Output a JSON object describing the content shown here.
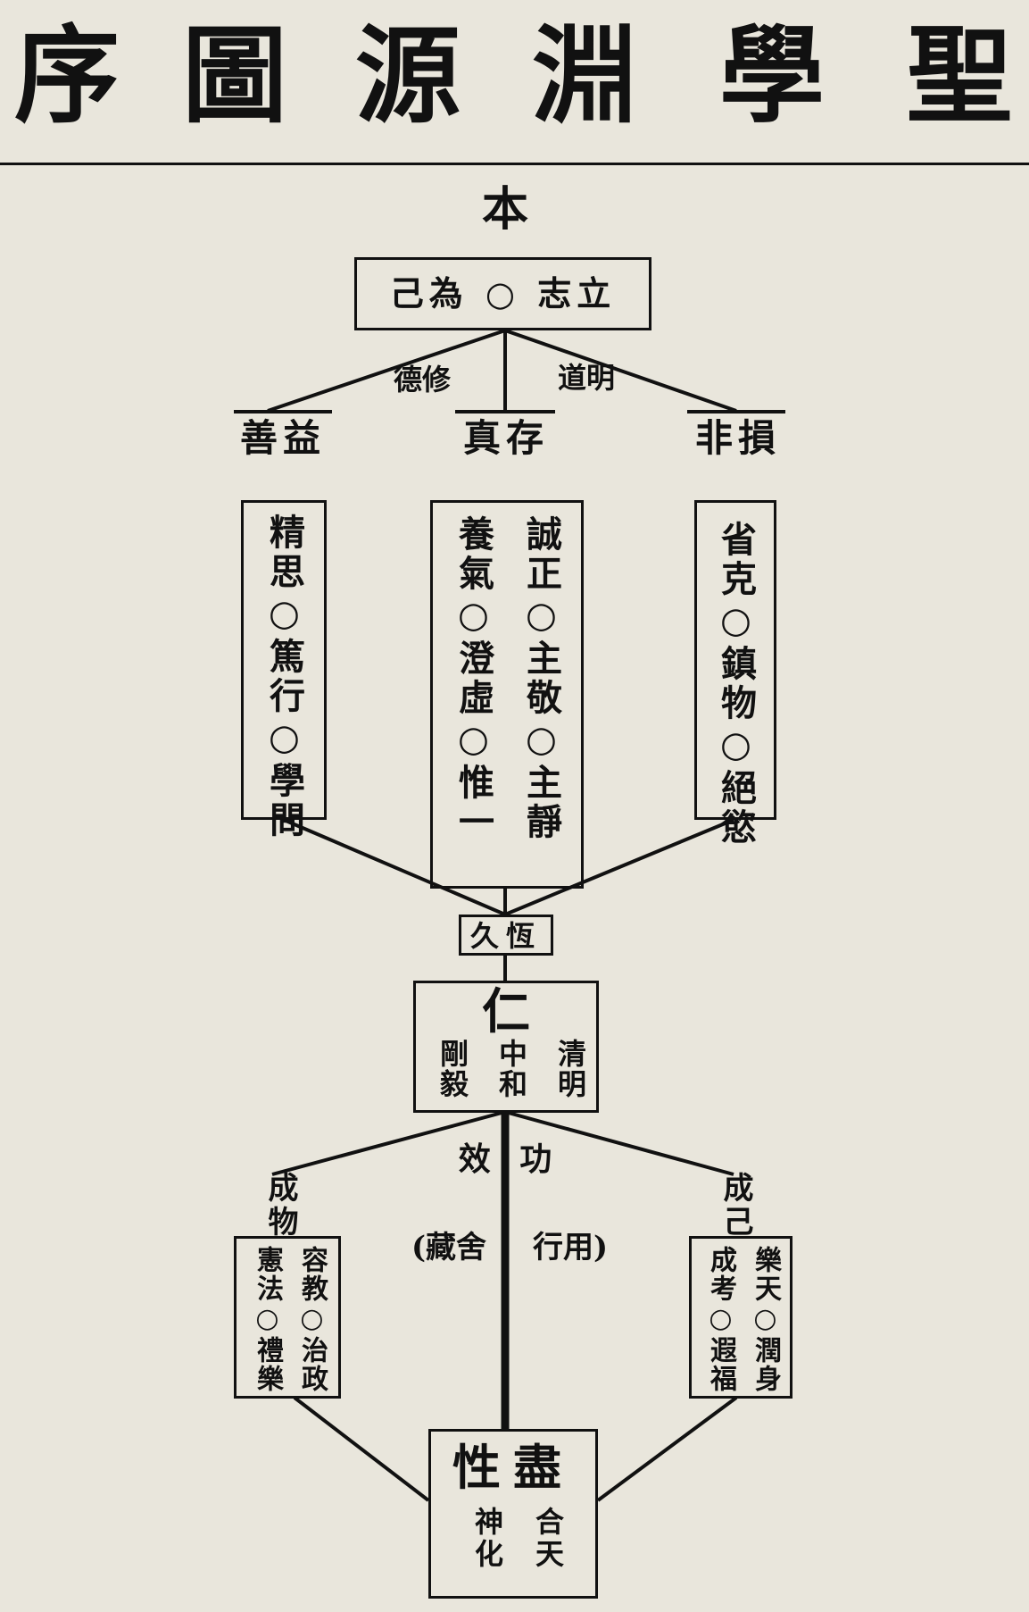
{
  "title_chars": [
    "序",
    "圖",
    "源",
    "淵",
    "學",
    "聖"
  ],
  "nodes": {
    "ben": "本",
    "top_box": "己為 ○ 志立",
    "left_branch_label": "德修",
    "right_branch_label": "道明",
    "left_head": "善益",
    "center_head": "真存",
    "right_head": "非損",
    "left_box": "精思○篤行○學問",
    "center_box_col1": "誠正○主敬○主靜",
    "center_box_col2": "養氣○澄虛○惟一",
    "right_box": "省克○鎮物○絕慾",
    "jiuheng": "久恆",
    "ren": "仁",
    "ren_col1": "清明",
    "ren_col2": "中和",
    "ren_col3": "剛毅",
    "gongxiao": "效 功",
    "cangshe": "(藏舍",
    "yongxing": "行用)",
    "chengwu": "成物",
    "chengji": "成己",
    "left_bottom_col1": "容教○治政",
    "left_bottom_col2": "憲法○禮樂",
    "right_bottom_col1": "樂天○潤身",
    "right_bottom_col2": "成考○遐福",
    "jinxing": "性盡",
    "bottom_col1": "合天",
    "bottom_col2": "神化"
  }
}
